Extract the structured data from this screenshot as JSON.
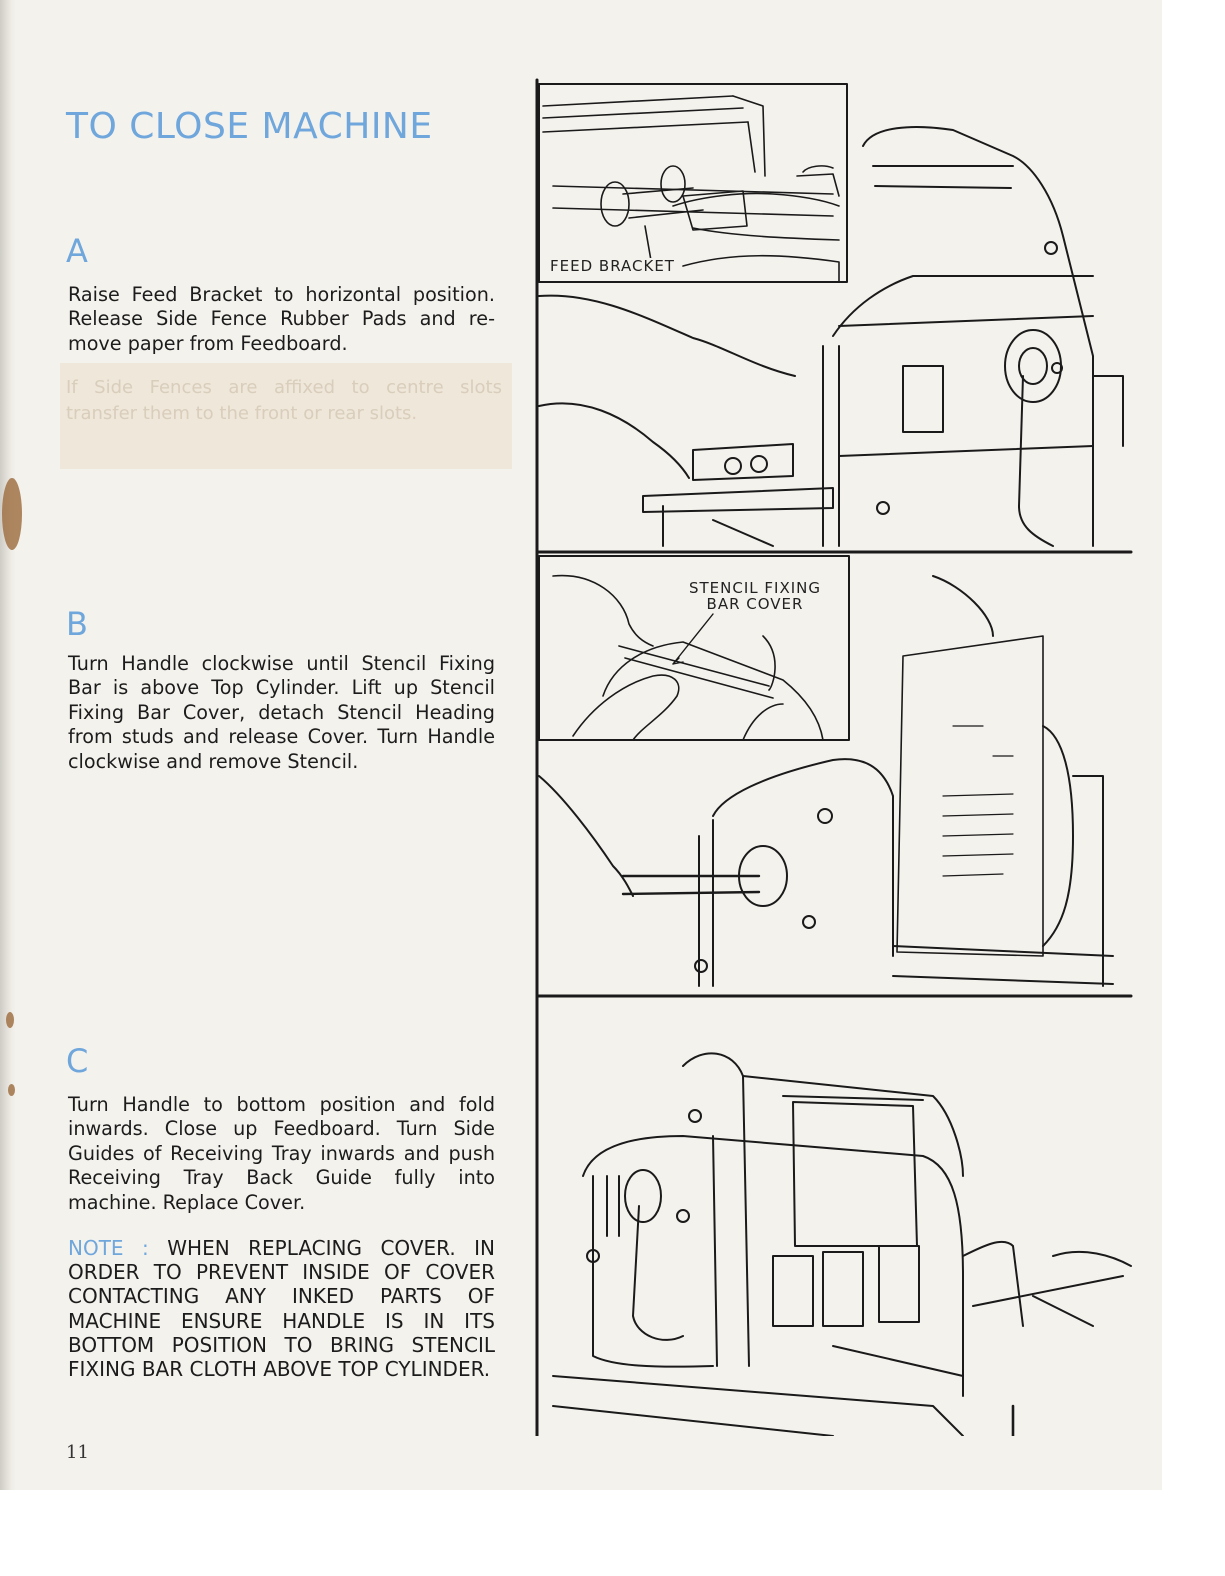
{
  "title": "TO CLOSE MACHINE",
  "sections": [
    {
      "letter": "A",
      "text": "Raise Feed Bracket to horizontal position. Release Side Fence Rubber Pads and re-move paper from Feedboard.",
      "faded_note": "If Side Fences are affixed to centre slots transfer them to the front or rear slots."
    },
    {
      "letter": "B",
      "text": "Turn Handle clockwise until Stencil Fixing Bar is above Top Cylinder. Lift up Stencil Fixing Bar Cover, detach Stencil Heading from studs and release Cover. Turn Handle clockwise and remove Stencil."
    },
    {
      "letter": "C",
      "text": "Turn Handle to bottom position and fold inwards. Close up Feedboard. Turn Side Guides of Receiving Tray inwards and push Receiving Tray Back Guide fully into machine. Replace Cover."
    }
  ],
  "note": {
    "label": "NOTE :",
    "text": "WHEN REPLACING COVER. IN ORDER TO PREVENT INSIDE OF COVER CONTACTING ANY INKED PARTS OF MACHINE ENSURE HANDLE IS IN ITS BOTTOM POSITION TO BRING STENCIL FIXING BAR CLOTH ABOVE TOP CYLINDER."
  },
  "page_number": "11",
  "callouts": {
    "feed_bracket": "FEED BRACKET",
    "stencil_fixing_line1": "STENCIL FIXING",
    "stencil_fixing_line2": "BAR COVER"
  },
  "colors": {
    "heading": "#6fa6dc",
    "body_text": "#1c1c1c",
    "paper": "#f4f2ed",
    "line_art": "#1a1a1a"
  }
}
